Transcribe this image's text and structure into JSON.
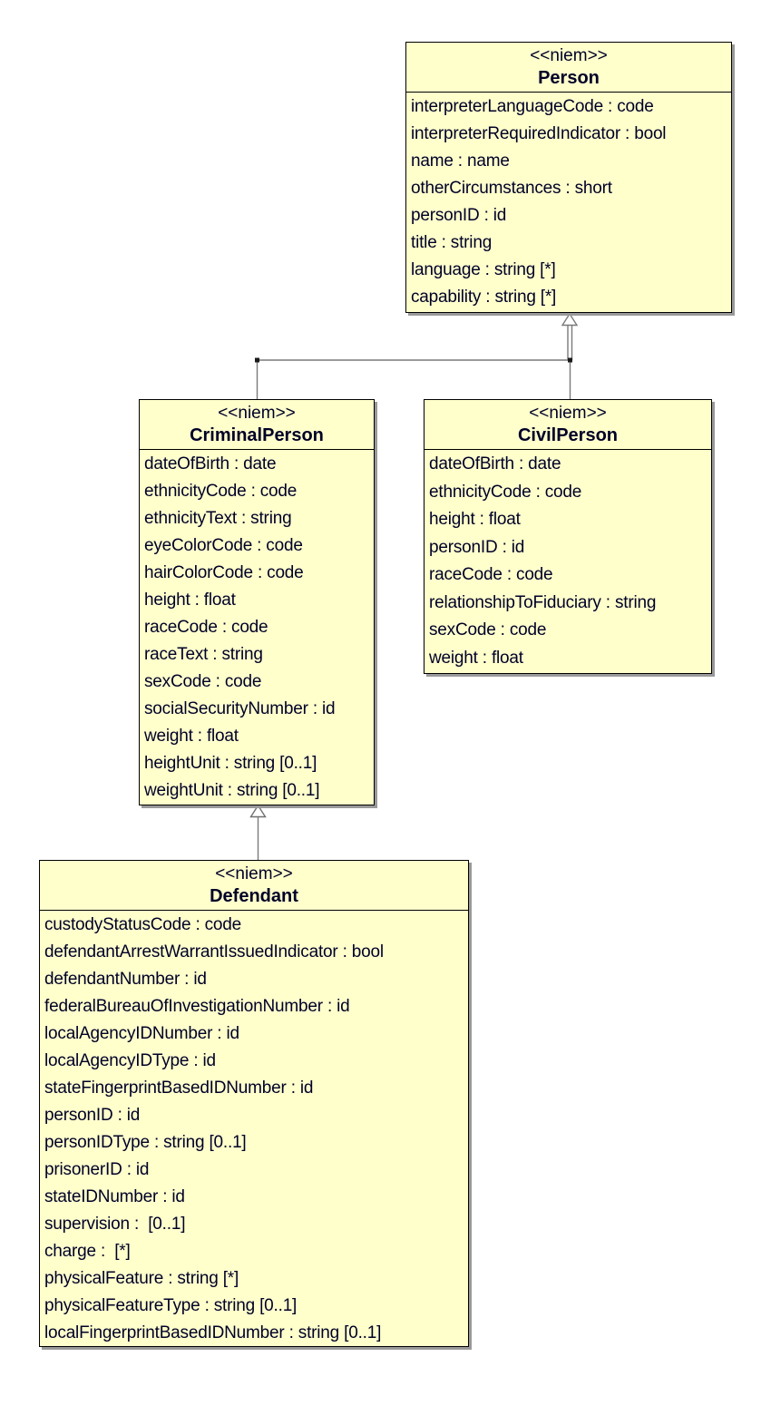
{
  "colors": {
    "background": "#ffffff",
    "class_fill": "#ffffcc",
    "class_border": "#000000",
    "shadow": "#999999",
    "connector": "#7a7a7a",
    "text": "#000028"
  },
  "classes": {
    "person": {
      "stereotype": "<<niem>>",
      "name": "Person",
      "attributes": [
        "interpreterLanguageCode : code",
        "interpreterRequiredIndicator : bool",
        "name : name",
        "otherCircumstances : short",
        "personID : id",
        "title : string",
        "language : string [*]",
        "capability : string [*]"
      ]
    },
    "criminal_person": {
      "stereotype": "<<niem>>",
      "name": "CriminalPerson",
      "attributes": [
        "dateOfBirth : date",
        "ethnicityCode : code",
        "ethnicityText : string",
        "eyeColorCode : code",
        "hairColorCode : code",
        "height : float",
        "raceCode : code",
        "raceText : string",
        "sexCode : code",
        "socialSecurityNumber : id",
        "weight : float",
        "heightUnit : string [0..1]",
        "weightUnit : string [0..1]"
      ]
    },
    "civil_person": {
      "stereotype": "<<niem>>",
      "name": "CivilPerson",
      "attributes": [
        "dateOfBirth : date",
        "ethnicityCode : code",
        "height : float",
        "personID : id",
        "raceCode : code",
        "relationshipToFiduciary : string",
        "sexCode : code",
        "weight : float"
      ]
    },
    "defendant": {
      "stereotype": "<<niem>>",
      "name": "Defendant",
      "attributes": [
        "custodyStatusCode : code",
        "defendantArrestWarrantIssuedIndicator : bool",
        "defendantNumber : id",
        "federalBureauOfInvestigationNumber : id",
        "localAgencyIDNumber : id",
        "localAgencyIDType : id",
        "stateFingerprintBasedIDNumber : id",
        "personID : id",
        "personIDType : string [0..1]",
        "prisonerID : id",
        "stateIDNumber : id",
        "supervision :  [0..1]",
        "charge :  [*]",
        "physicalFeature : string [*]",
        "physicalFeatureType : string [0..1]",
        "localFingerprintBasedIDNumber : string [0..1]"
      ]
    }
  },
  "relationships": [
    {
      "type": "generalization",
      "from": "CriminalPerson",
      "to": "Person"
    },
    {
      "type": "generalization",
      "from": "CivilPerson",
      "to": "Person"
    },
    {
      "type": "generalization",
      "from": "Defendant",
      "to": "CriminalPerson"
    }
  ]
}
